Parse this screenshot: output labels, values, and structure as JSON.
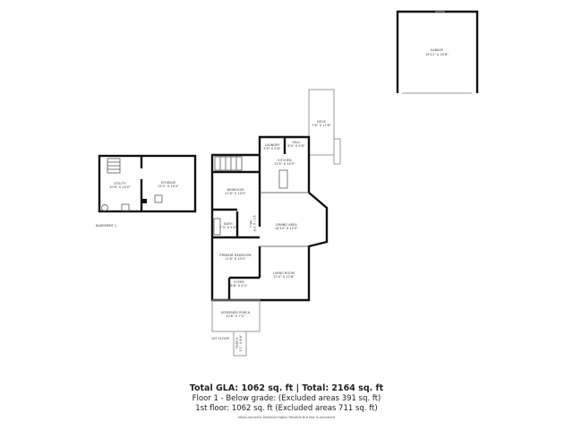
{
  "garage": {
    "name": "GARAGE",
    "dims": "19'11\" X 20'8\""
  },
  "deck": {
    "name": "DECK",
    "dims": "7'6\" X 17'6\""
  },
  "basement": {
    "label": "BASEMENT 1",
    "rooms": [
      {
        "name": "UTILITY",
        "dims": "10'8\" X 14'0\""
      },
      {
        "name": "STORAGE",
        "dims": "13'0\" X 14'4\""
      }
    ]
  },
  "first_floor": {
    "label": "1ST FLOOR",
    "rooms": [
      {
        "name": "LAUNDRY",
        "dims": "5'9\" X 5'6\""
      },
      {
        "name": "HALL",
        "dims": "6'4\" X 5'8\""
      },
      {
        "name": "KITCHEN",
        "dims": "12'5\" X 10'5\""
      },
      {
        "name": "BEDROOM",
        "dims": "11'8\" X 10'5\""
      },
      {
        "name": "BATH",
        "dims": "7'3\" X 5'2\""
      },
      {
        "name": "HALL",
        "dims": "5'1\" X 3'6\""
      },
      {
        "name": "DINING AREA",
        "dims": "14'10\" X 12'5\""
      },
      {
        "name": "PRIMARY BEDROOM",
        "dims": "11'8\" X 10'0\""
      },
      {
        "name": "LIVING ROOM",
        "dims": "12'4\" X 12'8\""
      },
      {
        "name": "FOYER",
        "dims": "8'8\" X 5'3\""
      },
      {
        "name": "SCREENED PORCH",
        "dims": "10'6\" X 7'2\""
      },
      {
        "name": "PORCH",
        "dims": "3'1\" X 8'6\""
      }
    ]
  },
  "summary": {
    "total": "Total GLA: 1062 sq. ft | Total: 2164 sq. ft",
    "floor1": "Floor 1 - Below grade: (Excluded areas 391 sq. ft)",
    "first_floor": "1st floor: 1062 sq. ft (Excluded areas 711 sq. ft)",
    "disclaimer": "Measurements Deemed Highly Reliable But Not Guaranteed"
  }
}
